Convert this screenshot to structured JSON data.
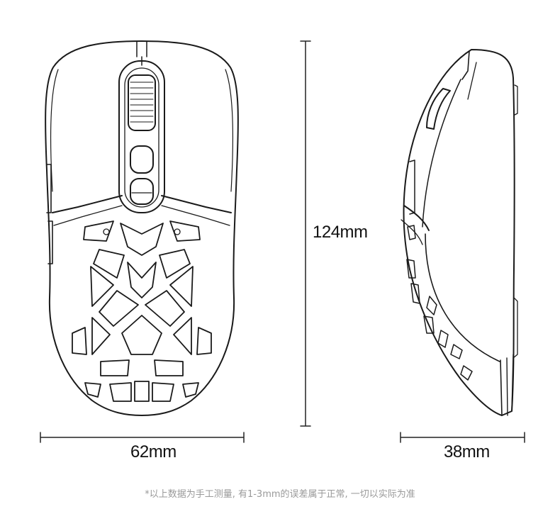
{
  "dimensions": {
    "length": "124mm",
    "width": "62mm",
    "height": "38mm"
  },
  "note": "*以上数据为手工测量, 有1-3mm的误差属于正常, 一切以实际为准",
  "colors": {
    "line": "#1a1a1a",
    "dimension_line": "#222222",
    "note_text": "#9a9a9a",
    "background": "#ffffff"
  }
}
